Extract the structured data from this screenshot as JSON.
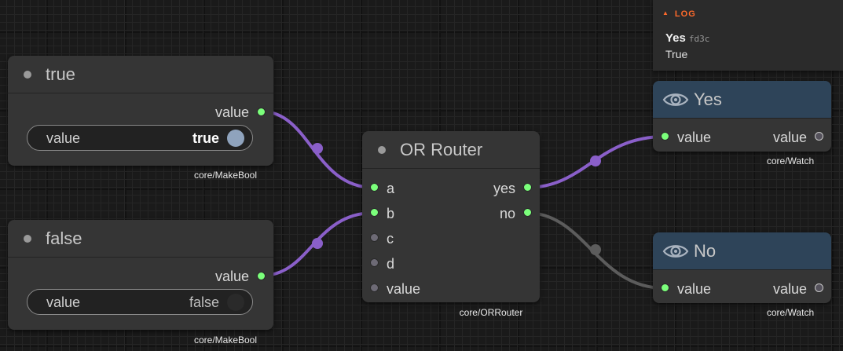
{
  "log": {
    "title": "LOG",
    "entry_name": "Yes",
    "entry_hash": "fd3c",
    "entry_value": "True"
  },
  "nodes": {
    "make_true": {
      "title": "true",
      "output_label": "value",
      "field_label": "value",
      "field_value": "true",
      "type": "core/MakeBool"
    },
    "make_false": {
      "title": "false",
      "output_label": "value",
      "field_label": "value",
      "field_value": "false",
      "type": "core/MakeBool"
    },
    "or_router": {
      "title": "OR Router",
      "inputs": [
        "a",
        "b",
        "c",
        "d",
        "value"
      ],
      "outputs": [
        "yes",
        "no"
      ],
      "type": "core/ORRouter"
    },
    "watch_yes": {
      "title": "Yes",
      "input_label": "value",
      "output_label": "value",
      "type": "core/Watch"
    },
    "watch_no": {
      "title": "No",
      "input_label": "value",
      "output_label": "value",
      "type": "core/Watch"
    }
  },
  "colors": {
    "wire_active": "#8a5fc9",
    "wire_inactive": "#5c5c5c",
    "port_connected": "#7bff7b",
    "log_accent": "#ff6a2b",
    "watch_header": "#2e4459"
  }
}
